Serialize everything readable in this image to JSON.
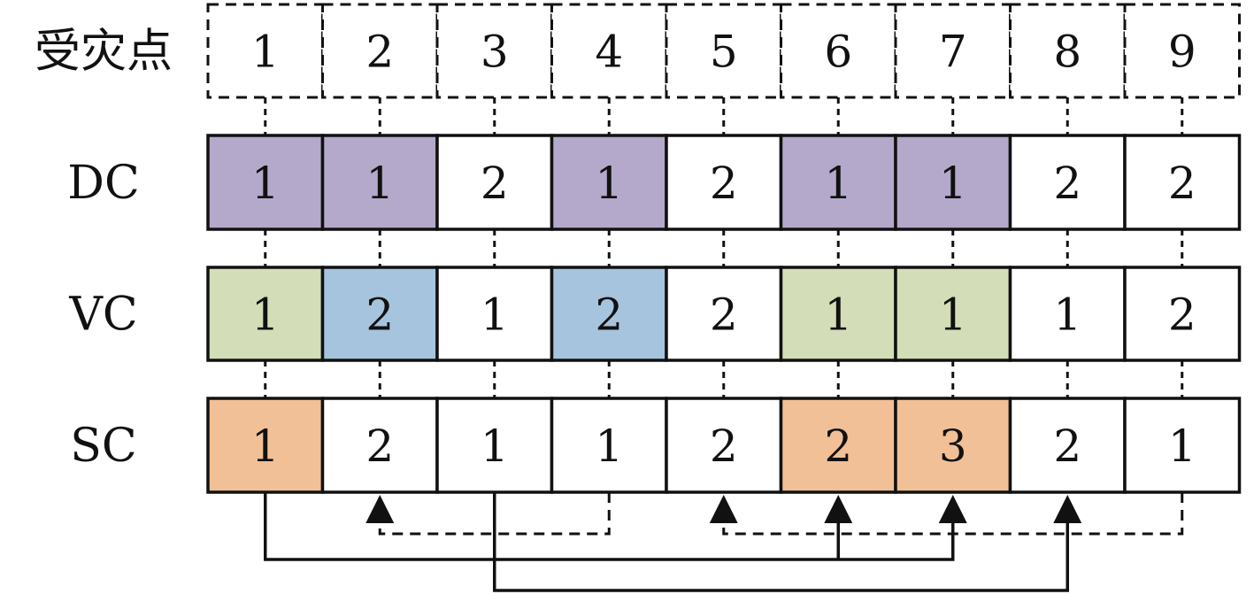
{
  "header": {
    "label": "受灾点",
    "cells": [
      "1",
      "2",
      "3",
      "4",
      "5",
      "6",
      "7",
      "8",
      "9"
    ]
  },
  "rows": [
    {
      "label": "DC",
      "cells": [
        "1",
        "1",
        "2",
        "1",
        "2",
        "1",
        "1",
        "2",
        "2"
      ],
      "highlight": [
        true,
        true,
        false,
        true,
        false,
        true,
        true,
        false,
        false
      ],
      "highlight_color": "#b4a9cb"
    },
    {
      "label": "VC",
      "cells": [
        "1",
        "2",
        "1",
        "2",
        "2",
        "1",
        "1",
        "1",
        "2"
      ],
      "fills": [
        "#d3ddb8",
        "#a6c4dd",
        "#ffffff",
        "#a6c4dd",
        "#ffffff",
        "#d3ddb8",
        "#d3ddb8",
        "#ffffff",
        "#ffffff"
      ]
    },
    {
      "label": "SC",
      "cells": [
        "1",
        "2",
        "1",
        "1",
        "2",
        "2",
        "3",
        "2",
        "1"
      ],
      "highlight": [
        true,
        false,
        false,
        false,
        false,
        true,
        true,
        false,
        false
      ],
      "highlight_color": "#f2c096"
    }
  ],
  "colors": {
    "line": "#111111",
    "dc_highlight": "#b4a9cb",
    "vc_green": "#d3ddb8",
    "vc_blue": "#a6c4dd",
    "sc_highlight": "#f2c096"
  },
  "connectors": {
    "solid": [
      {
        "from_column": 1,
        "to_column": 6
      },
      {
        "from_column": 1,
        "to_column": 7
      },
      {
        "from_column": 3,
        "to_column": 8
      }
    ],
    "dashed": [
      {
        "from_column": 4,
        "to_column": 2
      },
      {
        "from_column": 9,
        "to_column": 5
      },
      {
        "from_column": 9,
        "to_column": 6
      },
      {
        "from_column": 9,
        "to_column": 7
      },
      {
        "from_column": 9,
        "to_column": 8
      }
    ]
  }
}
